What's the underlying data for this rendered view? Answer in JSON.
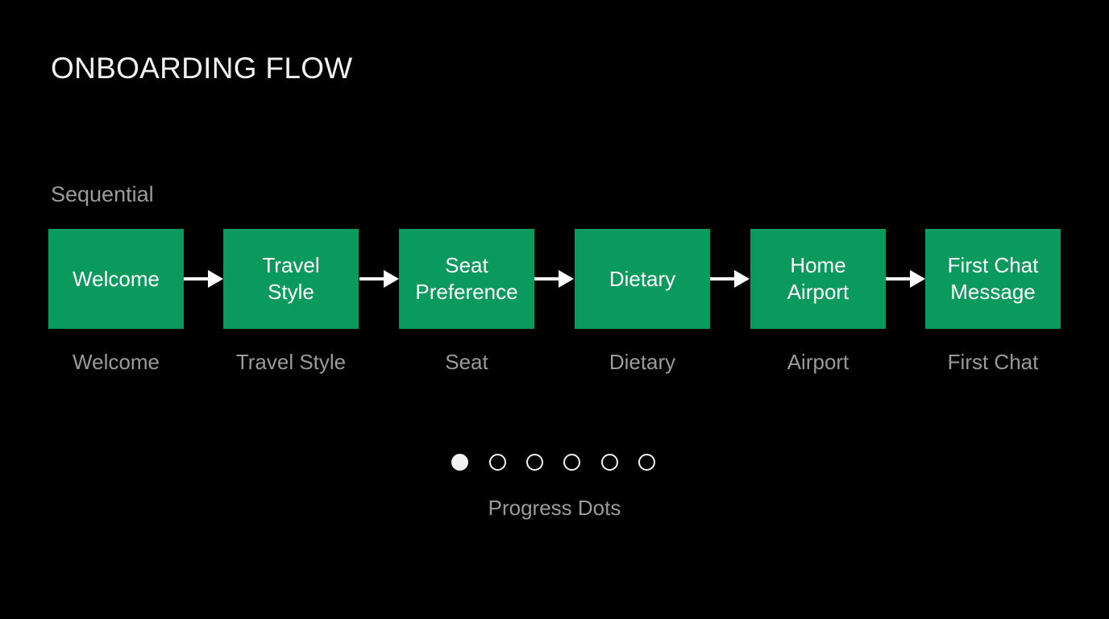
{
  "title": "ONBOARDING FLOW",
  "subtitle": "Sequential",
  "colors": {
    "background": "#000000",
    "box_fill": "#0a9a5e",
    "box_text": "#ffffff",
    "caption_text": "#9a9a9a",
    "arrow": "#ffffff"
  },
  "steps": [
    {
      "box_lines": [
        "Welcome"
      ],
      "caption": "Welcome"
    },
    {
      "box_lines": [
        "Travel",
        "Style"
      ],
      "caption": "Travel Style"
    },
    {
      "box_lines": [
        "Seat",
        "Preference"
      ],
      "caption": "Seat"
    },
    {
      "box_lines": [
        "Dietary"
      ],
      "caption": "Dietary"
    },
    {
      "box_lines": [
        "Home",
        "Airport"
      ],
      "caption": "Airport"
    },
    {
      "box_lines": [
        "First Chat",
        "Message"
      ],
      "caption": "First Chat"
    }
  ],
  "progress": {
    "total": 6,
    "current": 1,
    "caption": "Progress Dots"
  }
}
